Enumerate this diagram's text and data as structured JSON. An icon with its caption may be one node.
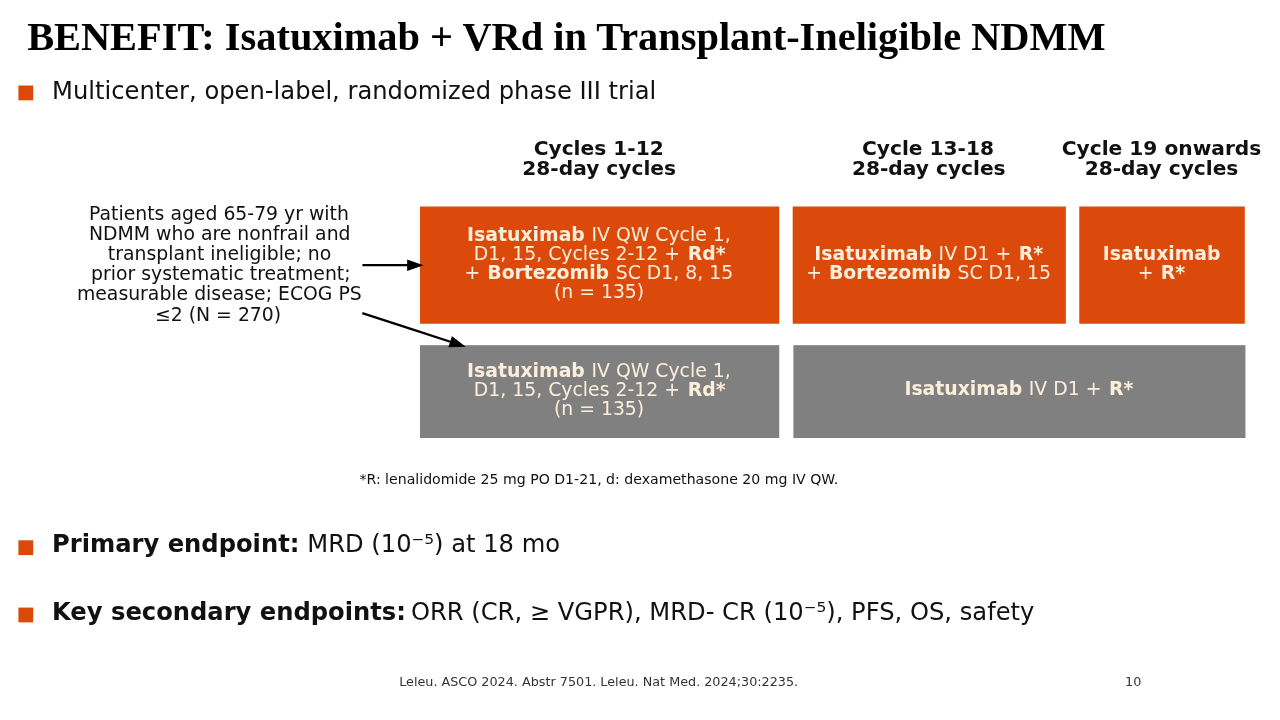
{
  "diagram": {
    "title": "BENEFIT: Isatuximab + VRd in Transplant-Ineligible NDMM",
    "nodes": [
      {
        "text": [
          "Patients aged 65-79 yr with NDMM who are nonfrail and transplant ineligible; no prior systematic treatment; measurable disease; ECOG PS ≤2 (N = 270)"
        ]
      },
      {
        "text": [
          "**Isatuximab** IV QW Cycle 1, D1, 15, Cycles 2-12 + **Rd*** + **Bortezomib** SC D1, 8, 15 (n = 135)"
        ]
      },
      {
        "text": [
          "**Isatuximab** IV D1 + **R*** + **Bortezomib** SC D1, 15"
        ]
      },
      {
        "text": [
          "**Isatuximab** + **R***"
        ]
      },
      {
        "text": [
          "**Isatuximab** IV QW Cycle 1, D1, 15, Cycles 2-12 + **Rd*** (n = 135)"
        ]
      },
      {
        "text": [
          "**Isatuximab** IV D1 + **R***"
        ]
      }
    ],
    "edges": [
      {
        "from": 0,
        "to": 1,
        "arrow": "to"
      },
      {
        "from": 0,
        "to": 4,
        "arrow": "to"
      }
    ],
    "labels": [
      "Multicenter, open-label, randomized phase III trial",
      "Cycles 1-12 28-day cycles",
      "Cycle 13-18 28-day cycles",
      "Cycle 19 onwards 28-day cycles",
      "*R: lenalidomide 25 mg PO D1-21, d: dexamethasone 20 mg IV QW.",
      "**Primary endpoint:** MRD (10⁻⁵) at 18 mo",
      "**Key secondary endpoints:** ORR (CR, ≥ VGPR), MRD- CR (10⁻⁵), PFS, OS, safety",
      "Leleu. ASCO 2024. Abstr 7501. Leleu. Nat Med. 2024;30:2235.",
      "10"
    ]
  }
}
